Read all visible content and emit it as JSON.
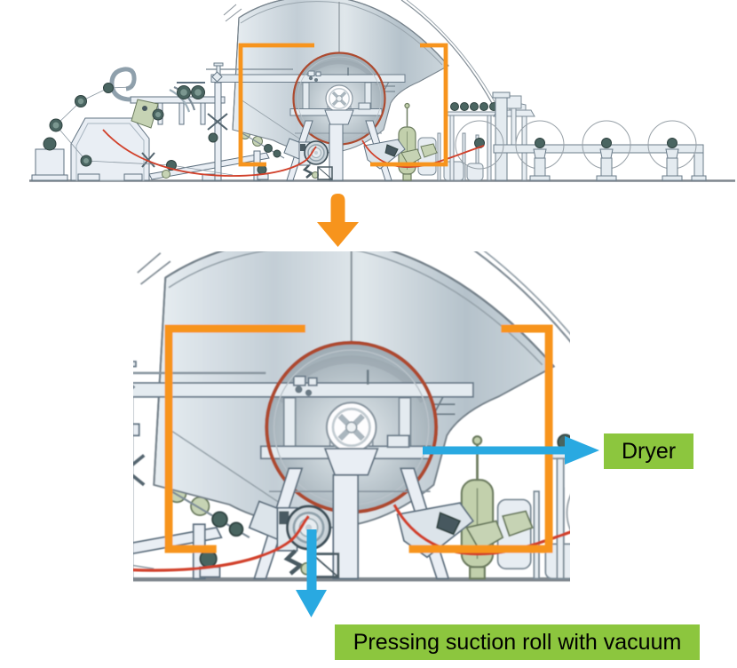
{
  "labels": {
    "dryer": "Dryer",
    "pressing_suction_roll": "Pressing suction roll with vacuum"
  },
  "colors": {
    "highlight_orange": "#f7941d",
    "callout_blue": "#29a9e1",
    "label_green": "#8cc63e",
    "label_text": "#000000",
    "web_red": "#d1402a",
    "drum_ring_red": "#ad4a2f",
    "machine_steel": "#e9eef4"
  },
  "icons": {
    "zoom_arrow": "down-arrow",
    "dryer_arrow": "right-arrow",
    "suction_roll_arrow": "down-arrow"
  }
}
